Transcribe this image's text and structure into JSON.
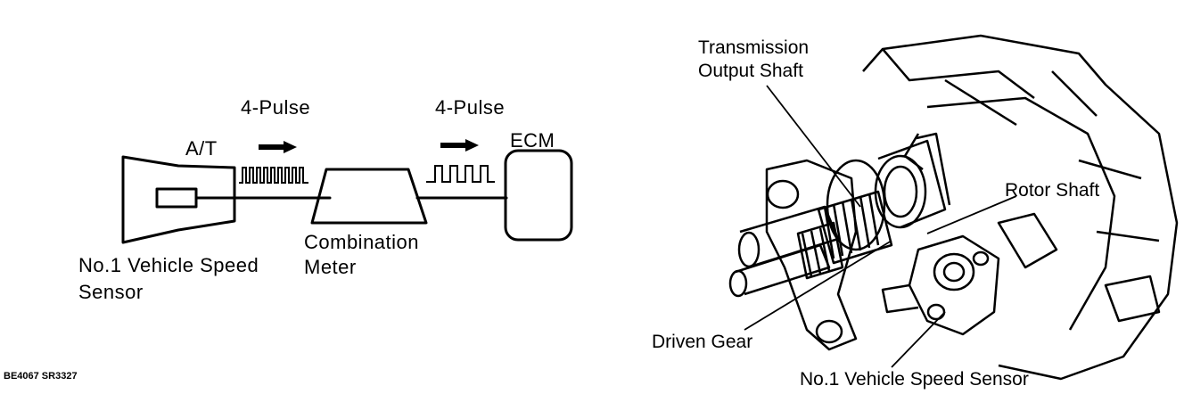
{
  "block_diagram": {
    "at_label": "A/T",
    "pulse_left": "4-Pulse",
    "pulse_right": "4-Pulse",
    "ecm_label": "ECM",
    "combination_meter_line1": "Combination",
    "combination_meter_line2": "Meter",
    "sensor_line1": "No.1 Vehicle Speed",
    "sensor_line2": "Sensor"
  },
  "illustration": {
    "transmission_output_shaft_line1": "Transmission",
    "transmission_output_shaft_line2": "Output Shaft",
    "rotor_shaft": "Rotor Shaft",
    "driven_gear": "Driven Gear",
    "speed_sensor": "No.1 Vehicle Speed Sensor"
  },
  "figure_code": "BE4067 SR3327"
}
